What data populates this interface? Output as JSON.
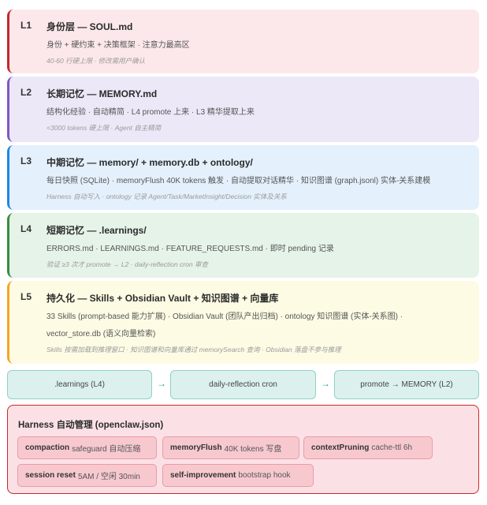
{
  "layers": [
    {
      "level": "L1",
      "title": "身份层 — SOUL.md",
      "desc": "身份 + 硬约束 + 决策框架 · 注意力最高区",
      "note": "40-60 行硬上限 · 修改需用户确认",
      "accent": "#c62828",
      "bg": "#fce8ea"
    },
    {
      "level": "L2",
      "title": "长期记忆 — MEMORY.md",
      "desc": "结构化经验 · 自动精简 · L4 promote 上来 · L3 精华提取上来",
      "note": "<3000 tokens 硬上限 · Agent 自主精简",
      "accent": "#7e57c2",
      "bg": "#ece8f7"
    },
    {
      "level": "L3",
      "title": "中期记忆 — memory/ + memory.db + ontology/",
      "desc": "每日快照 (SQLite) · memoryFlush 40K tokens 触发 · 自动提取对话精华 · 知识图谱 (graph.jsonl) 实体-关系建模",
      "note": "Harness 自动写入 · ontology 记录 Agent/Task/MarketInsight/Decision 实体及关系",
      "accent": "#1e88e5",
      "bg": "#e4f0fc"
    },
    {
      "level": "L4",
      "title": "短期记忆 — .learnings/",
      "desc": "ERRORS.md · LEARNINGS.md · FEATURE_REQUESTS.md · 即时 pending 记录",
      "note": "验证 ≥3 次才 promote → L2 · daily-reflection cron 审查",
      "accent": "#388e3c",
      "bg": "#e6f3e9"
    },
    {
      "level": "L5",
      "title": "持久化 — Skills + Obsidian Vault + 知识图谱 + 向量库",
      "desc": "33 Skills (prompt-based 能力扩展) · Obsidian Vault (团队产出归档) · ontology 知识图谱 (实体-关系图) · vector_store.db (语义向量检索)",
      "note": "Skills 按需加载到推理窗口 · 知识图谱和向量库通过 memorySearch 查询 · Obsidian 落盘不参与推理",
      "accent": "#f5a623",
      "bg": "#fdfbe4"
    }
  ],
  "flow": {
    "steps": [
      ".learnings (L4)",
      "daily-reflection cron",
      "promote → MEMORY (L2)"
    ],
    "arrow": "→"
  },
  "harness": {
    "title": "Harness 自动管理 (openclaw.json)",
    "chips": [
      {
        "key": "compaction",
        "value": "safeguard 自动压缩"
      },
      {
        "key": "memoryFlush",
        "value": "40K tokens 写盘"
      },
      {
        "key": "contextPruning",
        "value": "cache-ttl 6h"
      },
      {
        "key": "session reset",
        "value": "5AM / 空闲 30min"
      },
      {
        "key": "self-improvement",
        "value": "bootstrap hook"
      }
    ]
  }
}
